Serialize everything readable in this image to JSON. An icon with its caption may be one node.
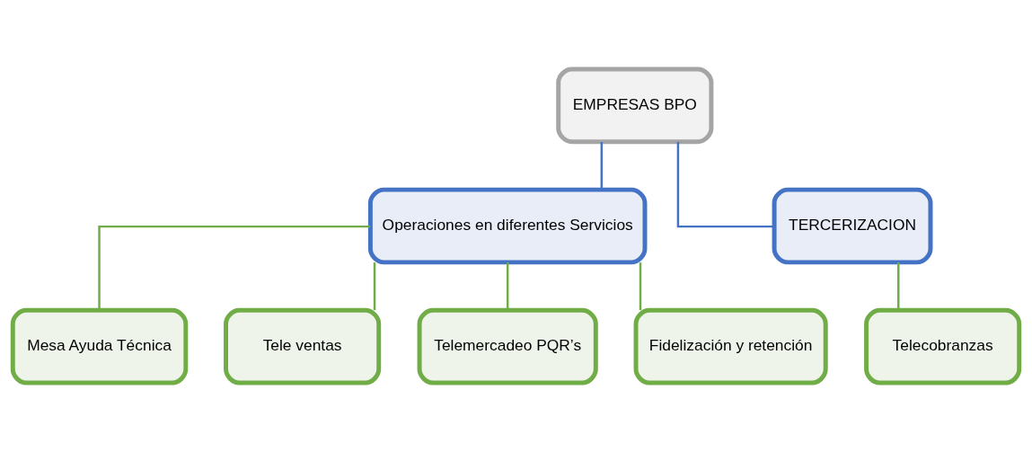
{
  "diagram": {
    "nodes": [
      {
        "text": [
          "EMPRESAS BPO"
        ]
      },
      {
        "text": [
          "Operaciones en diferentes Servicios"
        ]
      },
      {
        "text": [
          "TERCERIZACION"
        ]
      },
      {
        "text": [
          "Mesa Ayuda Técnica"
        ]
      },
      {
        "text": [
          "Tele ventas"
        ]
      },
      {
        "text": [
          "Telemercadeo PQR’s"
        ]
      },
      {
        "text": [
          "Fidelización y retención"
        ]
      },
      {
        "text": [
          "Telecobranzas"
        ]
      }
    ],
    "edges": [
      {
        "from": 0,
        "to": 1,
        "arrow": "none",
        "color": "#4472c4"
      },
      {
        "from": 0,
        "to": 2,
        "arrow": "none",
        "color": "#4472c4"
      },
      {
        "from": 1,
        "to": 3,
        "arrow": "none"
      },
      {
        "from": 1,
        "to": 4,
        "arrow": "none"
      },
      {
        "from": 1,
        "to": 5,
        "arrow": "none"
      },
      {
        "from": 1,
        "to": 6,
        "arrow": "none"
      },
      {
        "from": 2,
        "to": 7,
        "arrow": "none"
      }
    ]
  }
}
